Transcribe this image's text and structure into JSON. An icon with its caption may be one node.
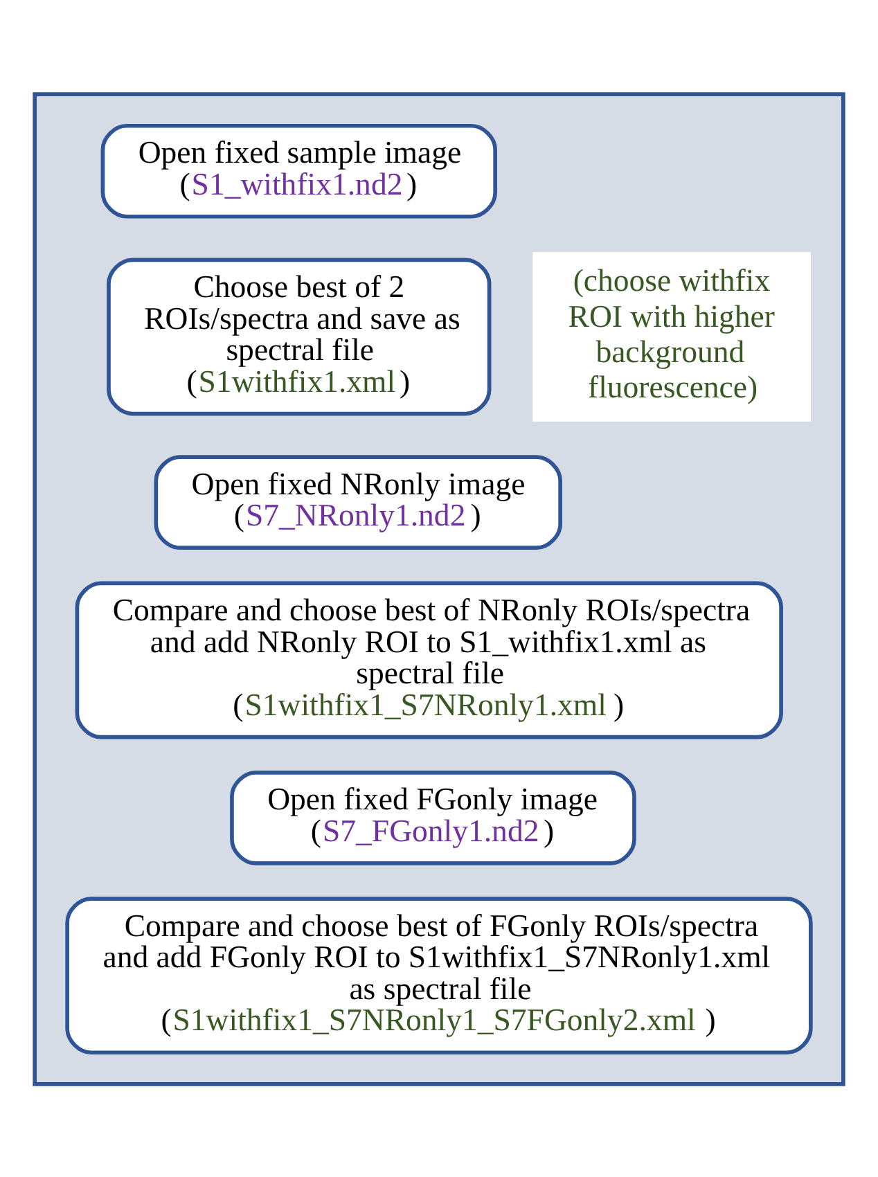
{
  "diagram": {
    "nodes": [
      {
        "text": [],
        "shape": "box"
      },
      {
        "text": [
          "Open fixed sample image",
          "(S1_withfix1.nd2)"
        ],
        "in": 0
      },
      {
        "text": [
          "Choose best of 2 ROIs/spectra and save as spectral file",
          "(S1withfix1.xml)"
        ],
        "in": 0,
        "beside": [
          "(choose withfix ROI with higher background fluorescence)"
        ]
      },
      {
        "text": [
          "Open fixed NRonly image",
          "(S7_NRonly1.nd2)"
        ],
        "in": 0
      },
      {
        "text": [
          "Compare and choose best of NRonly ROIs/spectra and add NRonly ROI to S1_withfix1.xml as spectral file",
          "(S1withfix1_S7NRonly1.xml)"
        ],
        "in": 0
      },
      {
        "text": [
          "Open fixed FGonly image",
          "(S7_FGonly1.nd2)"
        ],
        "in": 0
      },
      {
        "text": [
          "Compare and choose best of FGonly ROIs/spectra and add FGonly ROI to S1withfix1_S7NRonly1.xml as spectral file",
          "(S1withfix1_S7NRonly1_S7FGonly2.xml)"
        ],
        "in": 0
      }
    ]
  }
}
